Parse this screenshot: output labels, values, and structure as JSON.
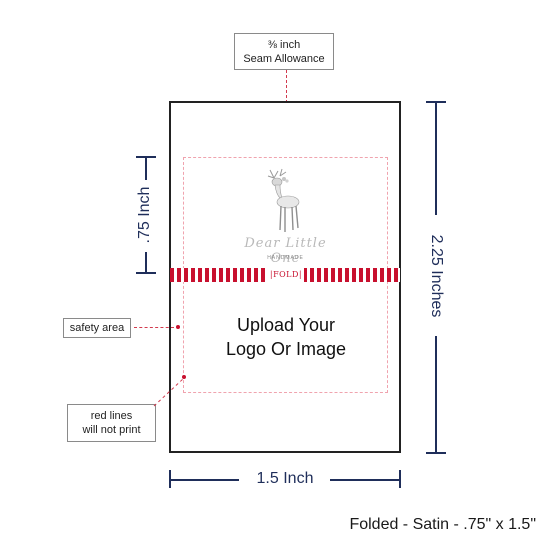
{
  "callouts": {
    "seam_allowance_line1": "⅜ inch",
    "seam_allowance_line2": "Seam Allowance",
    "safety_area": "safety area",
    "red_lines_line1": "red lines",
    "red_lines_line2": "will not print"
  },
  "label": {
    "fold_text": "|FOLD|",
    "upload_line1": "Upload Your",
    "upload_line2": "Logo Or Image",
    "logo_script": "Dear Little One",
    "logo_subtext": "HANDMADE"
  },
  "dimensions": {
    "fold_height": ".75 Inch",
    "total_height": "2.25 Inches",
    "width": "1.5 Inch"
  },
  "caption": "Folded - Satin - .75\" x 1.5\"",
  "colors": {
    "dimension_navy": "#1f2e5a",
    "fold_red": "#c8102e",
    "safety_pink": "#f0a3ae"
  }
}
